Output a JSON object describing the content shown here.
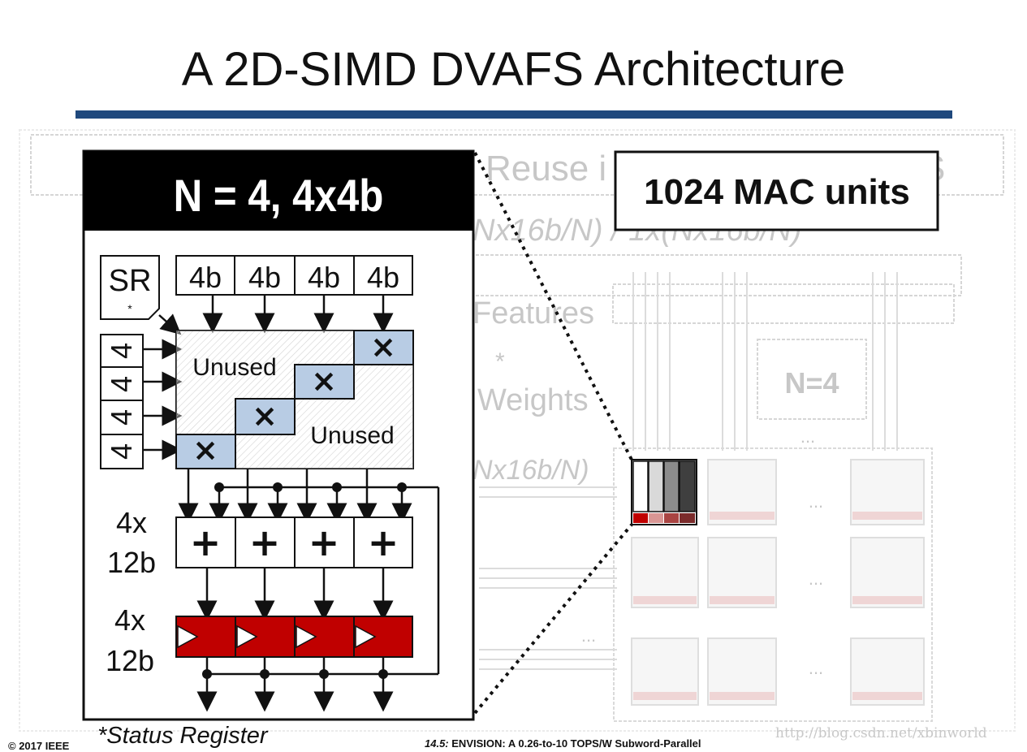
{
  "slide": {
    "title": "A 2D-SIMD DVAFS Architecture",
    "copyright": "© 2017 IEEE",
    "footnote": "*Status Register",
    "session_number": "14.5:",
    "session_title": "ENVISION: A 0.26-to-10 TOPS/W Subword-Parallel",
    "watermark": "http://blog.csdn.net/xbinworld"
  },
  "background": {
    "header_text": "Reuse i",
    "header_text_right": "S",
    "formula": "Nx16b/N) / 1x(Nx16b/N)",
    "features_label": "Features",
    "star_label": "*",
    "weights_label": "Weights",
    "mid_label": "Nx16b/N)",
    "n_label": "N=4",
    "ellipsis": "..."
  },
  "mac_callout": {
    "label": "1024 MAC units"
  },
  "zoom_panel": {
    "header": "N = 4, 4x4b",
    "sr_label": "SR",
    "sr_star": "*",
    "weight_inputs": [
      "4b",
      "4b",
      "4b",
      "4b"
    ],
    "row_inputs": [
      "4",
      "4",
      "4",
      "4"
    ],
    "unused_top": "Unused",
    "unused_bottom": "Unused",
    "multiply_symbol": "×",
    "adders_label_line1": "4x",
    "adders_label_line2": "12b",
    "adder_symbol": "+",
    "registers_label_line1": "4x",
    "registers_label_line2": "12b"
  },
  "colors": {
    "title_rule": "#1f497d",
    "mult_cell": "#b8cce4",
    "register_fill": "#c00000",
    "panel_header": "#000000"
  }
}
